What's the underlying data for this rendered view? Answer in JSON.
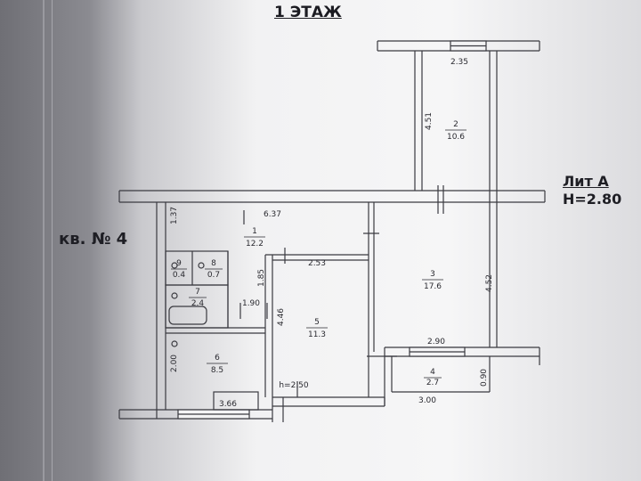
{
  "title": "1 ЭТАЖ",
  "apartment": "кв. № 4",
  "lit": {
    "name": "Лит А",
    "height": "H=2.80"
  },
  "rooms": [
    {
      "no": "1",
      "area": "12.2"
    },
    {
      "no": "2",
      "area": "10.6"
    },
    {
      "no": "3",
      "area": "17.6"
    },
    {
      "no": "4",
      "area": "2.7"
    },
    {
      "no": "5",
      "area": "11.3"
    },
    {
      "no": "6",
      "area": "8.5"
    },
    {
      "no": "7",
      "area": "2.4"
    },
    {
      "no": "8",
      "area": "0.7"
    },
    {
      "no": "9",
      "area": "0.4"
    }
  ],
  "dims": {
    "top_235": "2.35",
    "left_451": "4.51",
    "top_637": "6.37",
    "left_137": "1.37",
    "r_253": "2.53",
    "v_185": "1.85",
    "h_190": "1.90",
    "v_446": "4.46",
    "v_452": "4.52",
    "h_290": "2.90",
    "v_200": "2.00",
    "h_250": "h=2.50",
    "h_366": "3.66",
    "h_300": "3.00",
    "v_090": "0.90"
  }
}
